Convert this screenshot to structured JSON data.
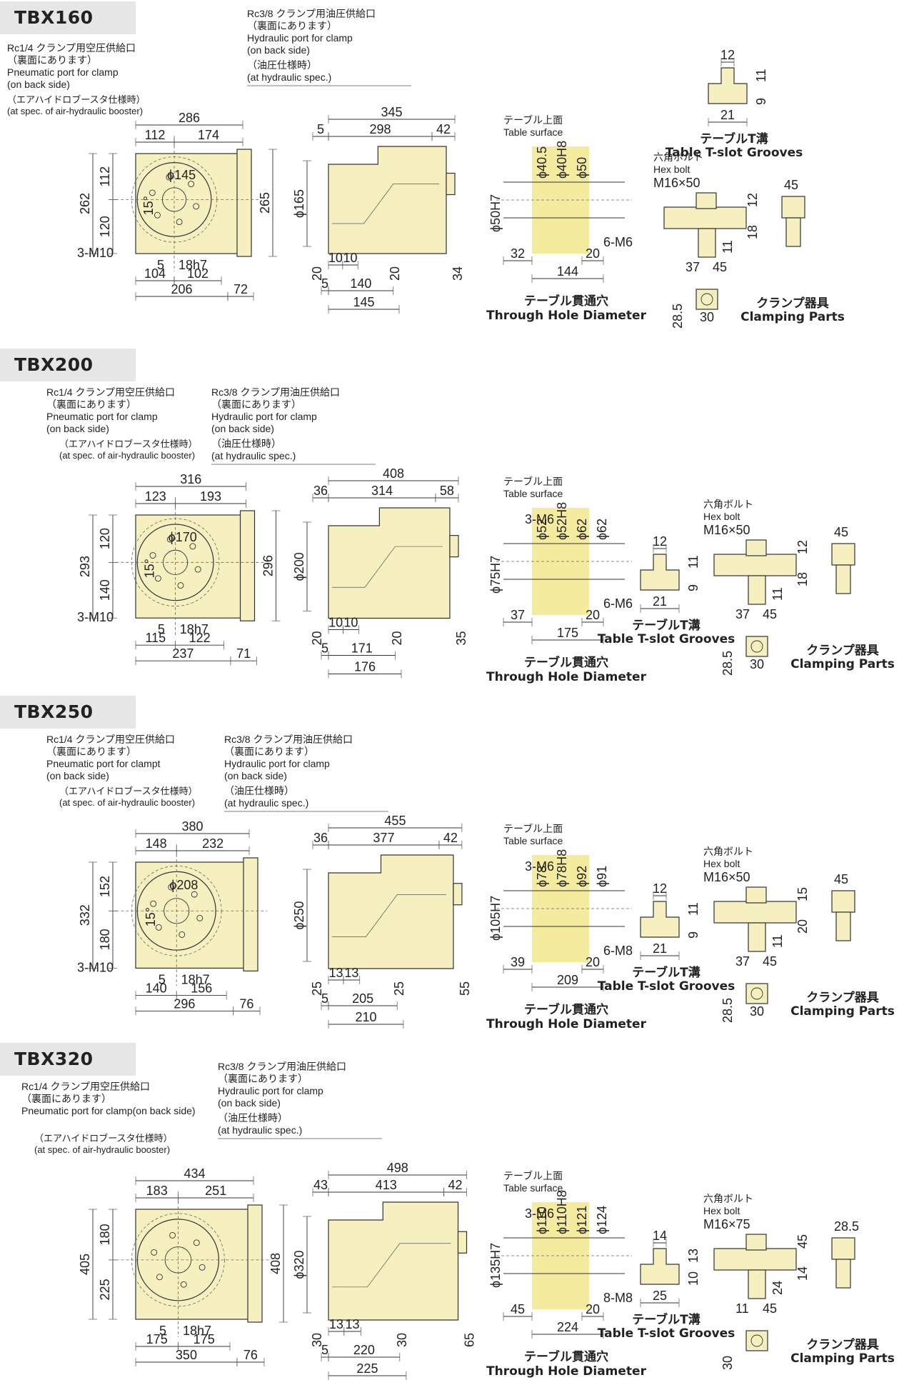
{
  "sections": [
    {
      "model": "TBX160",
      "air_port_jp": "Rc1/4 クランプ用空圧供給口",
      "air_port_back_jp": "（裏面にあります）",
      "air_port_en": "Pneumatic port for clamp",
      "air_port_back_en": "(on back side)",
      "booster_jp": "（エアハイドロブースタ仕様時）",
      "booster_en": "(at spec. of air-hydraulic booster)",
      "hyd_port_jp": "Rc3/8 クランプ用油圧供給口",
      "hyd_port_back_jp": "（裏面にあります）",
      "hyd_port_en": "Hydraulic port for clamp",
      "hyd_port_back_en": "(on back side)",
      "hyd_spec_jp": "（油圧仕様時）",
      "hyd_spec_en": "(at hydraulic spec.)",
      "front_dims": [
        "286",
        "112",
        "174",
        "262",
        "112",
        "120",
        "15°",
        "ϕ145",
        "265",
        "3-M10",
        "5",
        "18h7",
        "104",
        "102",
        "206",
        "72"
      ],
      "side_dims": [
        "345",
        "5",
        "298",
        "42",
        "ϕ165",
        "20",
        "10",
        "10",
        "20",
        "34",
        "5",
        "140",
        "145"
      ],
      "hole_dims": [
        "ϕ50H7",
        "ϕ40.5",
        "ϕ40H8",
        "ϕ50",
        "6-M6",
        "32",
        "20",
        "144"
      ],
      "table_surface_jp": "テーブル上面",
      "table_surface_en": "Table surface",
      "through_hole_jp": "テーブル貫通穴",
      "through_hole_en": "Through Hole Diameter",
      "tslot_dims": [
        "12",
        "11",
        "9",
        "21"
      ],
      "tslot_jp": "テーブルT溝",
      "tslot_en": "Table T-slot Grooves",
      "bolt_jp": "六角ボルト",
      "bolt_en": "Hex bolt",
      "bolt_size": "M16×50",
      "clamp_dims": [
        "12",
        "18",
        "11",
        "37",
        "45",
        "45",
        "28.5",
        "30"
      ],
      "clamp_jp": "クランプ器具",
      "clamp_en": "Clamping Parts"
    },
    {
      "model": "TBX200",
      "air_port_jp": "Rc1/4 クランプ用空圧供給口",
      "air_port_back_jp": "（裏面にあります）",
      "air_port_en": "Pneumatic port for clamp",
      "air_port_back_en": "(on back side)",
      "booster_jp": "（エアハイドロブースタ仕様時）",
      "booster_en": "(at spec. of air-hydraulic booster)",
      "hyd_port_jp": "Rc3/8 クランプ用油圧供給口",
      "hyd_port_back_jp": "（裏面にあります）",
      "hyd_port_en": "Hydraulic port for clamp",
      "hyd_port_back_en": "(on back side)",
      "hyd_spec_jp": "（油圧仕様時）",
      "hyd_spec_en": "(at hydraulic spec.)",
      "front_dims": [
        "316",
        "123",
        "193",
        "293",
        "120",
        "140",
        "15°",
        "ϕ170",
        "296",
        "3-M10",
        "5",
        "18h7",
        "115",
        "122",
        "237",
        "71"
      ],
      "side_dims": [
        "408",
        "36",
        "314",
        "58",
        "ϕ200",
        "20",
        "10",
        "10",
        "20",
        "35",
        "5",
        "171",
        "176"
      ],
      "hole_dims": [
        "ϕ75H7",
        "3-M6",
        "ϕ52",
        "ϕ52H8",
        "ϕ62",
        "ϕ62",
        "6-M6",
        "37",
        "20",
        "175"
      ],
      "table_surface_jp": "テーブル上面",
      "table_surface_en": "Table surface",
      "through_hole_jp": "テーブル貫通穴",
      "through_hole_en": "Through Hole Diameter",
      "tslot_dims": [
        "12",
        "11",
        "9",
        "21"
      ],
      "tslot_jp": "テーブルT溝",
      "tslot_en": "Table T-slot Grooves",
      "bolt_jp": "六角ボルト",
      "bolt_en": "Hex bolt",
      "bolt_size": "M16×50",
      "clamp_dims": [
        "12",
        "18",
        "11",
        "37",
        "45",
        "45",
        "28.5",
        "30"
      ],
      "clamp_jp": "クランプ器具",
      "clamp_en": "Clamping Parts"
    },
    {
      "model": "TBX250",
      "air_port_jp": "Rc1/4 クランプ用空圧供給口",
      "air_port_back_jp": "（裏面にあります）",
      "air_port_en": "Pneumatic port for clampt",
      "air_port_back_en": "(on back side)",
      "booster_jp": "（エアハイドロブースタ仕様時）",
      "booster_en": "(at spec. of air-hydraulic booster)",
      "hyd_port_jp": "Rc3/8 クランプ用油圧供給口",
      "hyd_port_back_jp": "（裏面にあります）",
      "hyd_port_en": "Hydraulic port for clamp",
      "hyd_port_back_en": "(on back side)",
      "hyd_spec_jp": "（油圧仕様時）",
      "hyd_spec_en": "(at hydraulic spec.)",
      "front_dims": [
        "380",
        "148",
        "232",
        "332",
        "152",
        "180",
        "15°",
        "ϕ208",
        "3-M10",
        "5",
        "18h7",
        "140",
        "156",
        "296",
        "76"
      ],
      "side_dims": [
        "455",
        "36",
        "377",
        "42",
        "ϕ250",
        "25",
        "13",
        "13",
        "25",
        "55",
        "5",
        "205",
        "210"
      ],
      "hole_dims": [
        "ϕ105H7",
        "3-M6",
        "ϕ78",
        "ϕ78H8",
        "ϕ92",
        "ϕ91",
        "6-M8",
        "39",
        "20",
        "209"
      ],
      "table_surface_jp": "テーブル上面",
      "table_surface_en": "Table surface",
      "through_hole_jp": "テーブル貫通穴",
      "through_hole_en": "Through Hole Diameter",
      "tslot_dims": [
        "12",
        "11",
        "9",
        "21"
      ],
      "tslot_jp": "テーブルT溝",
      "tslot_en": "Table T-slot Grooves",
      "bolt_jp": "六角ボルト",
      "bolt_en": "Hex bolt",
      "bolt_size": "M16×50",
      "clamp_dims": [
        "15",
        "20",
        "11",
        "37",
        "45",
        "45",
        "28.5",
        "30"
      ],
      "clamp_jp": "クランプ器具",
      "clamp_en": "Clamping Parts"
    },
    {
      "model": "TBX320",
      "air_port_jp": "Rc1/4 クランプ用空圧供給口",
      "air_port_back_jp": "（裏面にあります）",
      "air_port_en": "Pneumatic port for clamp(on back side)",
      "air_port_back_en": "",
      "booster_jp": "（エアハイドロブースタ仕様時）",
      "booster_en": "(at spec. of air-hydraulic booster)",
      "hyd_port_jp": "Rc3/8 クランプ用油圧供給口",
      "hyd_port_back_jp": "（裏面にあります）",
      "hyd_port_en": "Hydraulic port for clamp",
      "hyd_port_back_en": "(on back side)",
      "hyd_spec_jp": "（油圧仕様時）",
      "hyd_spec_en": "(at hydraulic spec.)",
      "front_dims": [
        "434",
        "183",
        "251",
        "405",
        "180",
        "225",
        "408",
        "5",
        "18h7",
        "175",
        "175",
        "350",
        "76"
      ],
      "side_dims": [
        "498",
        "43",
        "413",
        "42",
        "ϕ320",
        "30",
        "13",
        "13",
        "30",
        "65",
        "5",
        "220",
        "225"
      ],
      "hole_dims": [
        "ϕ135H7",
        "3-M6",
        "ϕ110",
        "ϕ110H8",
        "ϕ121",
        "ϕ124",
        "8-M8",
        "45",
        "20",
        "224"
      ],
      "table_surface_jp": "テーブル上面",
      "table_surface_en": "Table surface",
      "through_hole_jp": "テーブル貫通穴",
      "through_hole_en": "Through Hole Diameter",
      "tslot_dims": [
        "14",
        "13",
        "10",
        "25"
      ],
      "tslot_jp": "テーブルT溝",
      "tslot_en": "Table T-slot Grooves",
      "bolt_jp": "六角ボルト",
      "bolt_en": "Hex bolt",
      "bolt_size": "M16×75",
      "clamp_dims": [
        "45",
        "14",
        "24",
        "11",
        "45",
        "28.5",
        "30"
      ],
      "clamp_jp": "クランプ器具",
      "clamp_en": "Clamping Parts"
    }
  ]
}
